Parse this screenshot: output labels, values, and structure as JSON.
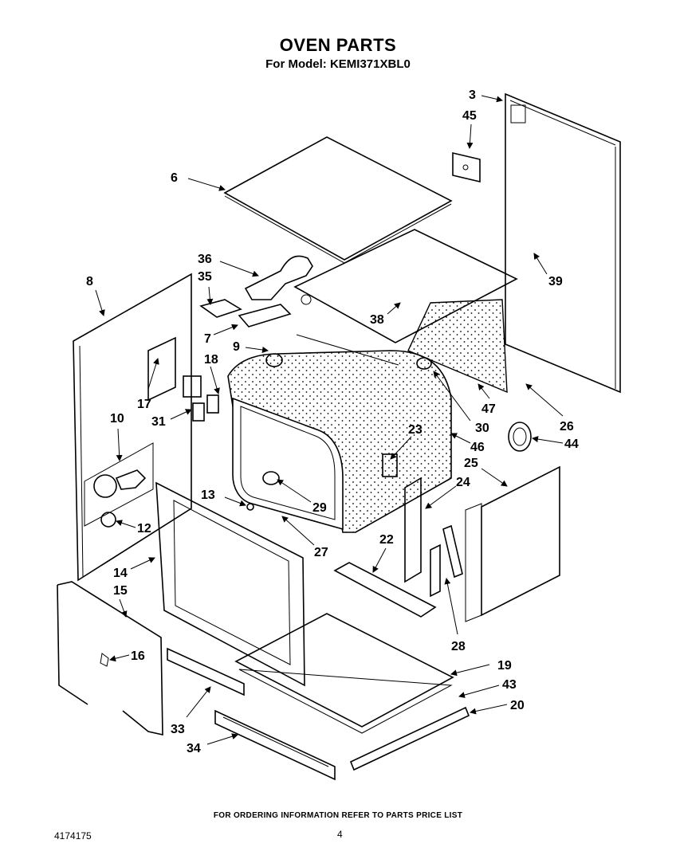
{
  "header": {
    "title": "OVEN PARTS",
    "subtitle": "For Model: KEMI371XBL0"
  },
  "footer": {
    "note": "FOR ORDERING INFORMATION REFER TO PARTS PRICE LIST",
    "doc_number": "4174175",
    "page_number": "4"
  },
  "callouts": [
    "3",
    "45",
    "6",
    "39",
    "36",
    "35",
    "8",
    "38",
    "7",
    "9",
    "18",
    "17",
    "31",
    "10",
    "30",
    "47",
    "26",
    "23",
    "46",
    "44",
    "25",
    "24",
    "13",
    "29",
    "12",
    "27",
    "22",
    "14",
    "15",
    "28",
    "16",
    "19",
    "43",
    "20",
    "33",
    "34"
  ]
}
